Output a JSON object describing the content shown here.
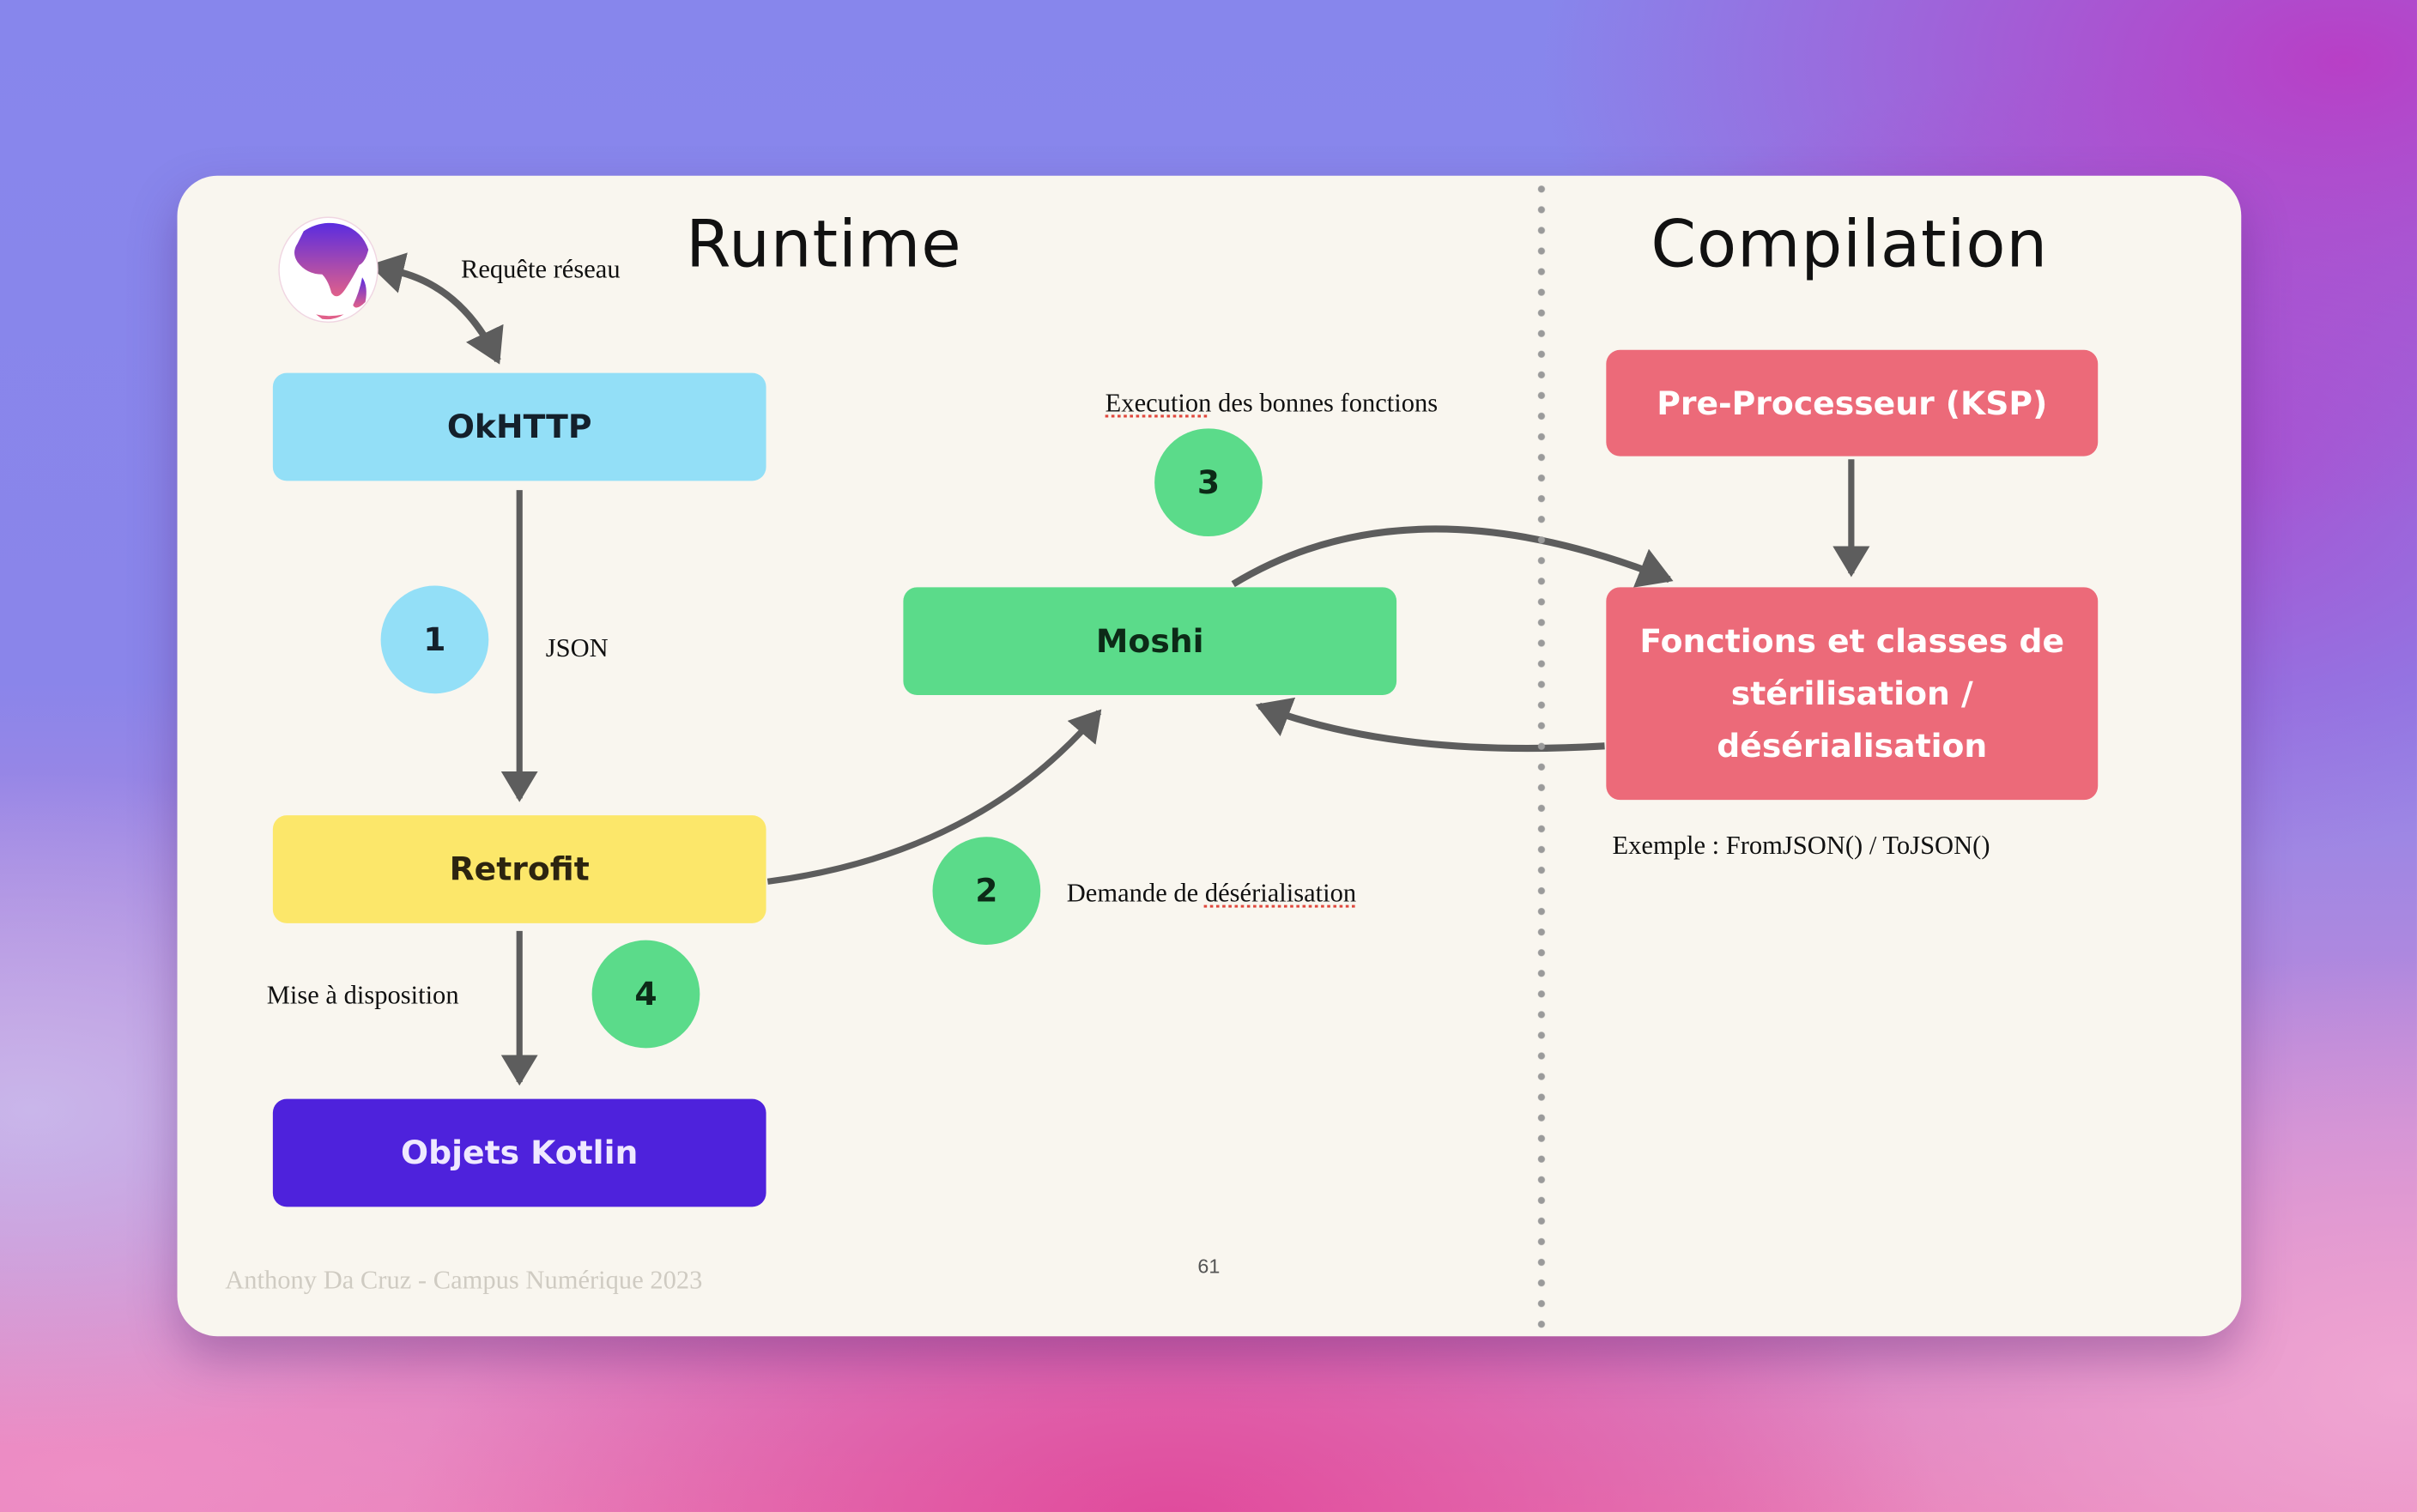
{
  "slide": {
    "sections": {
      "runtime_title": "Runtime",
      "compilation_title": "Compilation"
    },
    "nodes": {
      "okhttp": {
        "label": "OkHTTP",
        "color": "#93dff7",
        "text_color": "#14202b"
      },
      "retrofit": {
        "label": "Retrofit",
        "color": "#fce76a",
        "text_color": "#2c2410"
      },
      "objets_kotlin": {
        "label": "Objets Kotlin",
        "color": "#4e22dc",
        "text_color": "#efe9ff"
      },
      "moshi": {
        "label": "Moshi",
        "color": "#5bdb8a",
        "text_color": "#0c2a17"
      },
      "preprocesseur": {
        "label": "Pre-Processeur (KSP)",
        "color": "#ec6a79",
        "text_color": "#ffffff"
      },
      "fonctions": {
        "label_lines": [
          "Fonctions et classes de",
          "stérilisation /",
          "désérialisation"
        ],
        "color": "#ec6a79",
        "text_color": "#ffffff"
      }
    },
    "steps": [
      {
        "number": "1",
        "color": "#93dff7"
      },
      {
        "number": "2",
        "color": "#5bdb8a"
      },
      {
        "number": "3",
        "color": "#5bdb8a"
      },
      {
        "number": "4",
        "color": "#5bdb8a"
      }
    ],
    "labels": {
      "requete_reseau": "Requête réseau",
      "json": "JSON",
      "mise_a_disposition": "Mise à disposition",
      "demande_part1": "Demande de ",
      "demande_part2": "désérialisation",
      "execution_part1": "Execution",
      "execution_part2": " des bonnes fonctions",
      "exemple": "Exemple : FromJSON() / ToJSON()"
    },
    "icons": {
      "globe": "globe-icon"
    },
    "footer": {
      "author": "Anthony Da Cruz - Campus Numérique 2023",
      "page_number": "61"
    },
    "colors": {
      "arrow": "#5d5d5d",
      "card_background": "#f9f6ef"
    }
  }
}
